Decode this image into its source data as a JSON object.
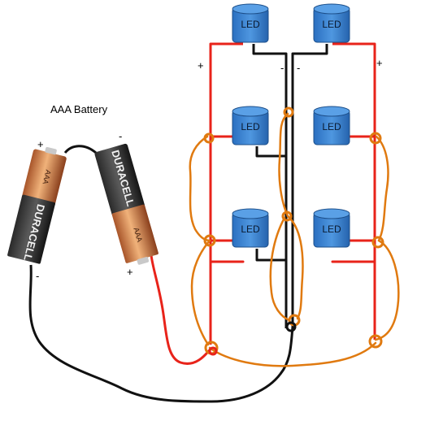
{
  "battery": {
    "title": "AAA Battery",
    "brand": "DURACELL",
    "cell_label": "AAA",
    "left_cell": {
      "top_terminal": "+",
      "bottom_terminal": "-"
    },
    "right_cell": {
      "top_terminal": "-",
      "bottom_terminal": "+"
    }
  },
  "leds": [
    {
      "id": "led-1",
      "label": "LED"
    },
    {
      "id": "led-2",
      "label": "LED"
    },
    {
      "id": "led-3",
      "label": "LED"
    },
    {
      "id": "led-4",
      "label": "LED"
    },
    {
      "id": "led-5",
      "label": "LED"
    },
    {
      "id": "led-6",
      "label": "LED"
    }
  ],
  "rail_signs": {
    "left_plus": "+",
    "center_left_minus": "-",
    "center_right_minus": "-",
    "right_plus": "+"
  },
  "colors": {
    "positive_wire": "#e8231a",
    "negative_wire": "#111111",
    "jumper_wire": "#e07a10",
    "led_body": "#2f78c8",
    "led_top": "#4a90d9",
    "led_outline": "#1d4f8a"
  }
}
